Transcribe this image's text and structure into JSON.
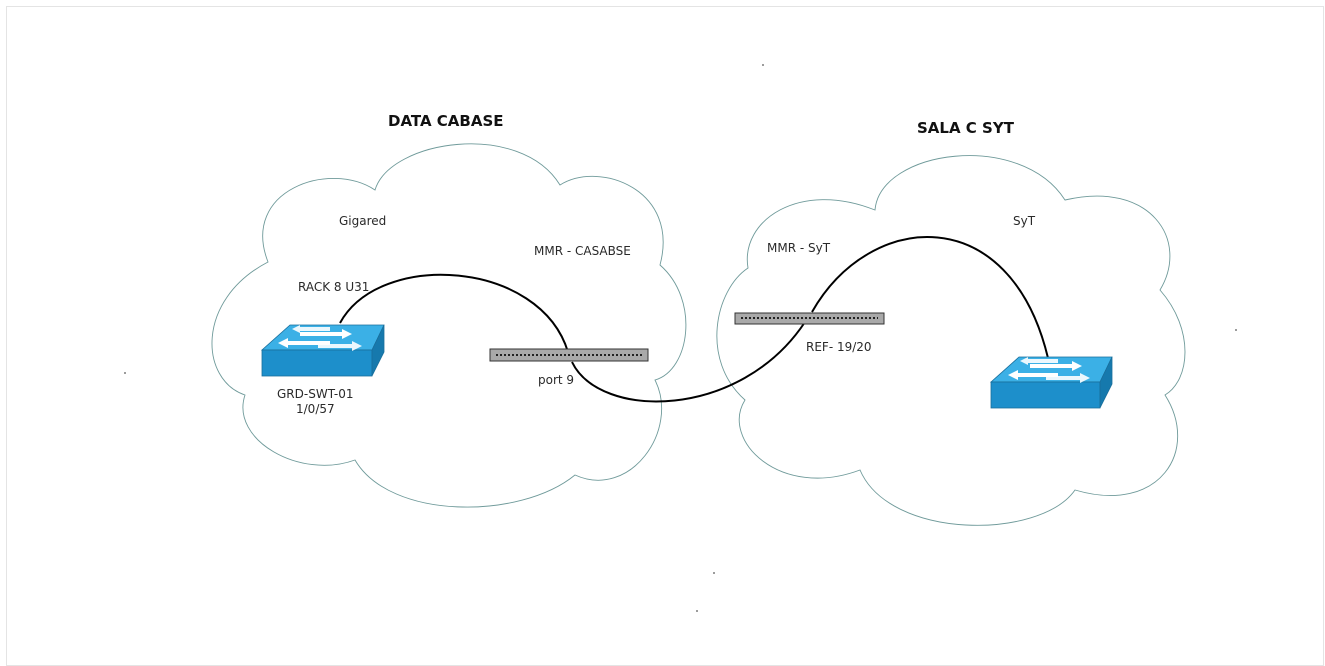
{
  "site_left": {
    "title": "DATA CABASE",
    "net_label": "Gigared",
    "rack_label": "RACK 8 U31",
    "mmr_label": "MMR - CASABSE",
    "switch_name": "GRD-SWT-01",
    "switch_port": "1/0/57",
    "patch_port_label": "port 9"
  },
  "site_right": {
    "title": "SALA C SYT",
    "net_label": "SyT",
    "mmr_label": "MMR - SyT",
    "patch_ref_label": "REF- 19/20"
  },
  "colors": {
    "cloud_stroke": "#6f9a9a",
    "switch_top": "#3bb0e6",
    "switch_front": "#1d8fcb",
    "switch_side": "#1679ad",
    "patch_fill": "#a9a9a9",
    "cable": "#000000"
  },
  "icons": [
    "network-switch-icon",
    "patch-panel-icon",
    "cloud-shape"
  ]
}
